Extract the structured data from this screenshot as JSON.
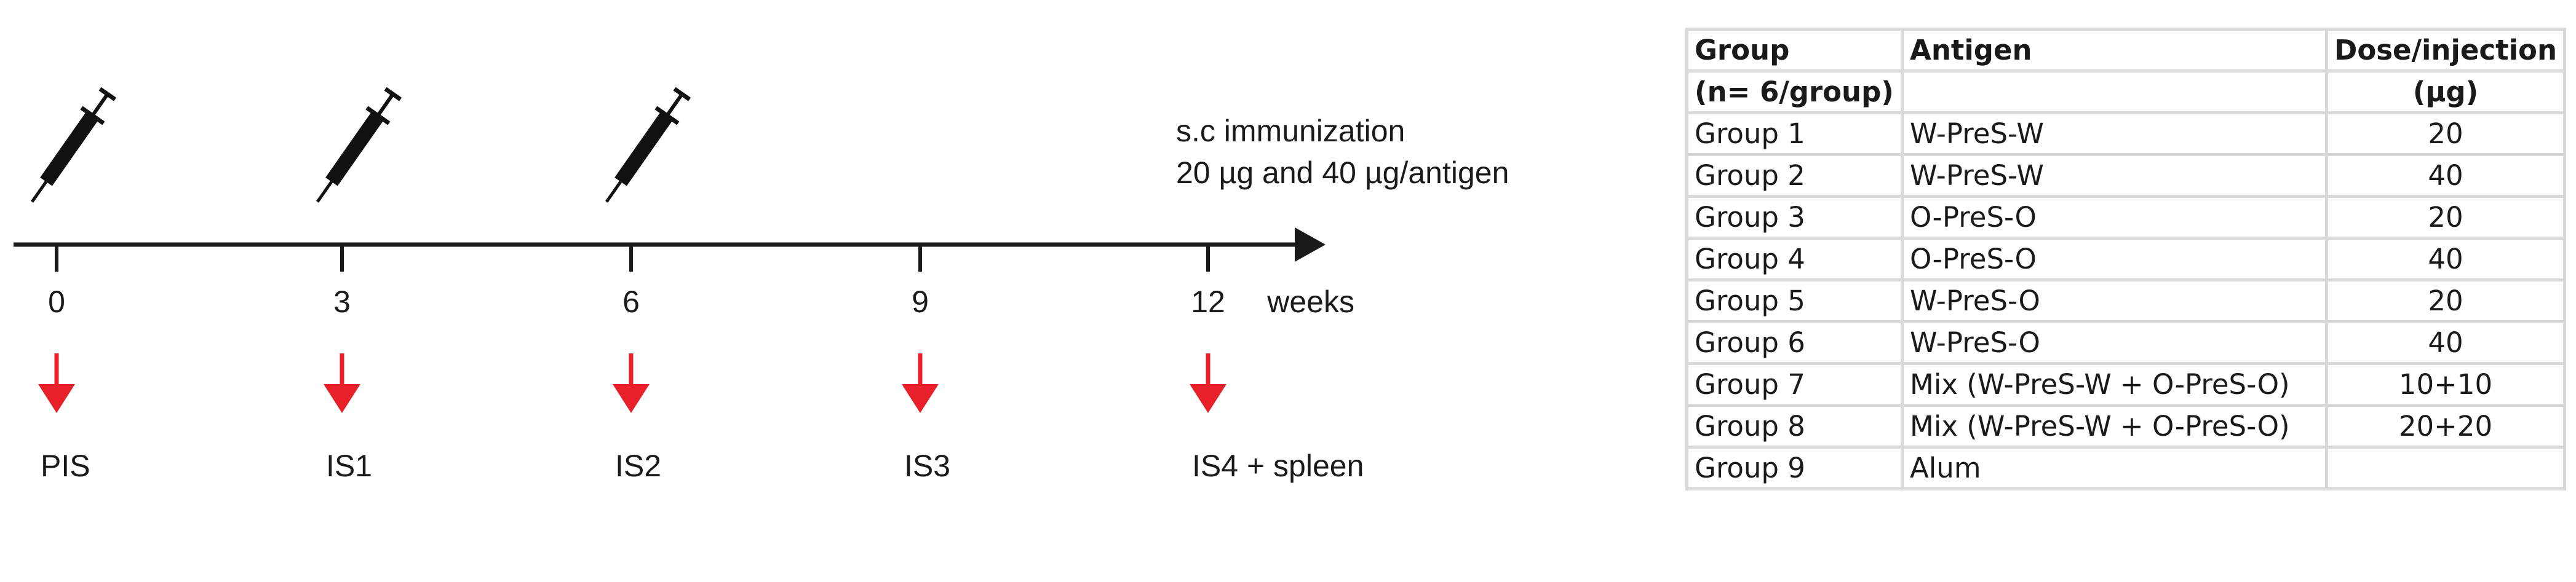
{
  "timeline": {
    "unit_label": "weeks",
    "note": [
      "s.c immunization",
      "20 µg and 40 µg/antigen"
    ],
    "points": [
      {
        "week": "0",
        "bleed": "PIS",
        "injection": true
      },
      {
        "week": "3",
        "bleed": "IS1",
        "injection": true
      },
      {
        "week": "6",
        "bleed": "IS2",
        "injection": true
      },
      {
        "week": "9",
        "bleed": "IS3",
        "injection": false
      },
      {
        "week": "12",
        "bleed": "IS4 + spleen",
        "injection": false
      }
    ],
    "colors": {
      "axis": "#1a1a1a",
      "arrow": "#e8202a",
      "syringe": "#111111"
    },
    "icons": {
      "injection": "syringe-icon",
      "bleed": "red-down-arrow-icon"
    }
  },
  "table": {
    "header_rows": [
      [
        "Group",
        "Antigen",
        "Dose/injection"
      ],
      [
        "(n= 6/group)",
        "",
        "(µg)"
      ]
    ],
    "rows": [
      [
        "Group 1",
        "W-PreS-W",
        "20"
      ],
      [
        "Group 2",
        "W-PreS-W",
        "40"
      ],
      [
        "Group 3",
        "O-PreS-O",
        "20"
      ],
      [
        "Group 4",
        "O-PreS-O",
        "40"
      ],
      [
        "Group 5",
        "W-PreS-O",
        "20"
      ],
      [
        "Group 6",
        "W-PreS-O",
        "40"
      ],
      [
        "Group 7",
        "Mix (W-PreS-W + O-PreS-O)",
        "10+10"
      ],
      [
        "Group 8",
        "Mix (W-PreS-W + O-PreS-O)",
        "20+20"
      ],
      [
        "Group 9",
        "Alum",
        ""
      ]
    ],
    "border_color": "#d9d9d9"
  }
}
